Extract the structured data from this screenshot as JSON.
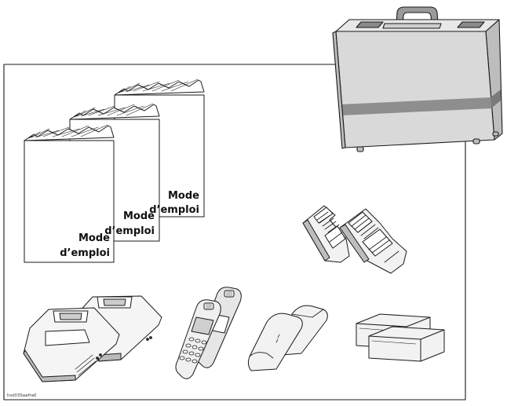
{
  "manuals": [
    {
      "line1": "Mode",
      "line2": "d’emploi"
    },
    {
      "line1": "Mode",
      "line2": "d’emploi"
    },
    {
      "line1": "Mode",
      "line2": "d’emploi"
    }
  ],
  "image_ref": "hsz03Saafra0"
}
